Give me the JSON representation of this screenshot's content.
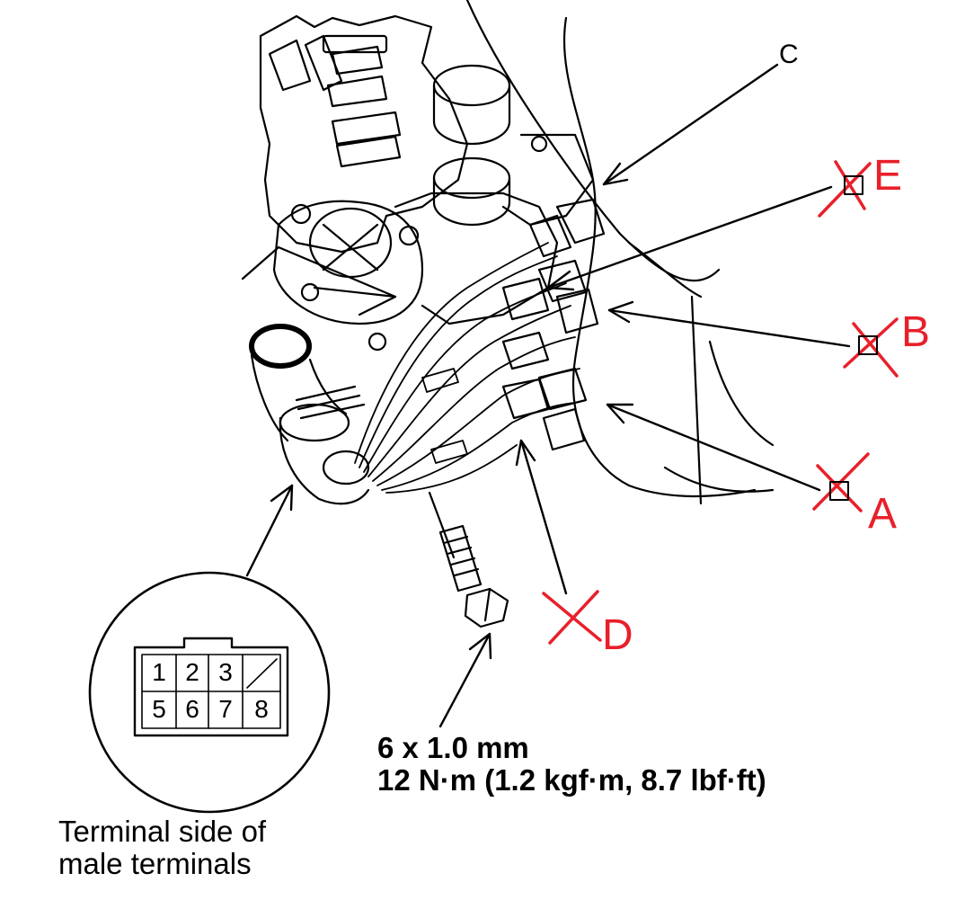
{
  "diagram": {
    "callouts": {
      "c": "C",
      "e": "E",
      "b": "B",
      "a": "A",
      "d": "D"
    },
    "connector": {
      "pins_top": [
        "1",
        "2",
        "3"
      ],
      "pins_bottom": [
        "5",
        "6",
        "7",
        "8"
      ]
    },
    "bolt_spec": {
      "size": "6 x 1.0 mm",
      "torque": "12 N·m (1.2 kgf·m, 8.7 lbf·ft)"
    },
    "caption": {
      "line1": "Terminal side of",
      "line2": "male terminals"
    },
    "colors": {
      "ink": "#000000",
      "markup": "#e8202a"
    }
  }
}
